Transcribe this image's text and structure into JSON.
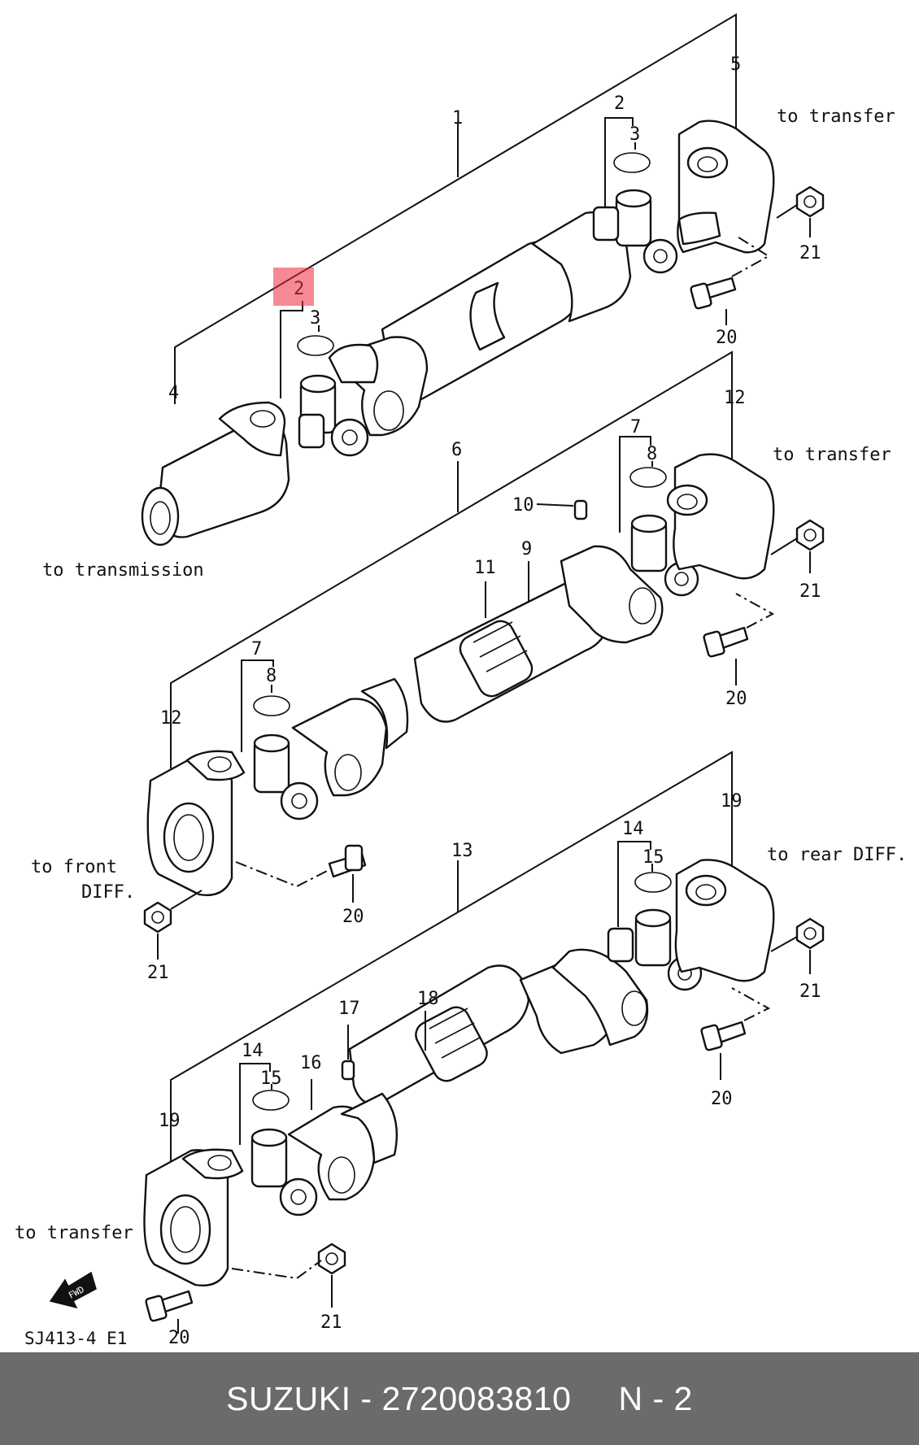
{
  "callouts": {
    "c1": "1",
    "c2a": "2",
    "c3a": "3",
    "c2b": "2",
    "c3b": "3",
    "c4": "4",
    "c5": "5",
    "c6": "6",
    "c7a": "7",
    "c8a": "8",
    "c7b": "7",
    "c8b": "8",
    "c9": "9",
    "c10": "10",
    "c11": "11",
    "c12a": "12",
    "c12b": "12",
    "c13": "13",
    "c14a": "14",
    "c15a": "15",
    "c14b": "14",
    "c15b": "15",
    "c16": "16",
    "c17": "17",
    "c18": "18",
    "c19a": "19",
    "c19b": "19",
    "c20a": "20",
    "c20b": "20",
    "c20c": "20",
    "c20d": "20",
    "c20e": "20",
    "c21a": "21",
    "c21b": "21",
    "c21c": "21",
    "c21d": "21",
    "c21e": "21"
  },
  "notes": {
    "to_transfer_1": "to transfer",
    "to_transmission": "to transmission",
    "to_transfer_2": "to transfer",
    "to_front": "to front",
    "diff_front": "DIFF.",
    "to_rear_diff": "to rear DIFF.",
    "to_transfer_3": "to transfer",
    "fwd": "FWD"
  },
  "figure_code": "SJ413-4 E1",
  "highlight": {
    "target": "2",
    "color": "#f0283c"
  },
  "footer": {
    "brand_part": "SUZUKI - 2720083810",
    "page": "N - 2"
  }
}
